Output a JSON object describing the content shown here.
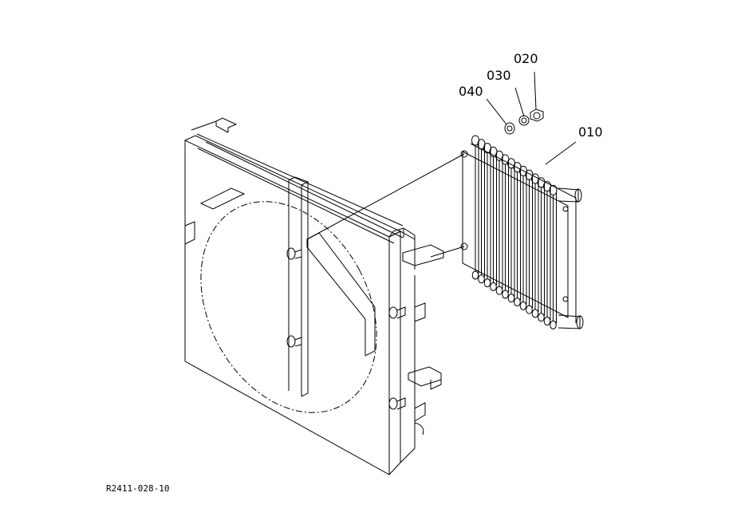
{
  "callouts": {
    "p010": "010",
    "p020": "020",
    "p030": "030",
    "p040": "040"
  },
  "drawing_id": "R2411-028-10",
  "colors": {
    "ink": "#000000",
    "paper": "#ffffff"
  }
}
